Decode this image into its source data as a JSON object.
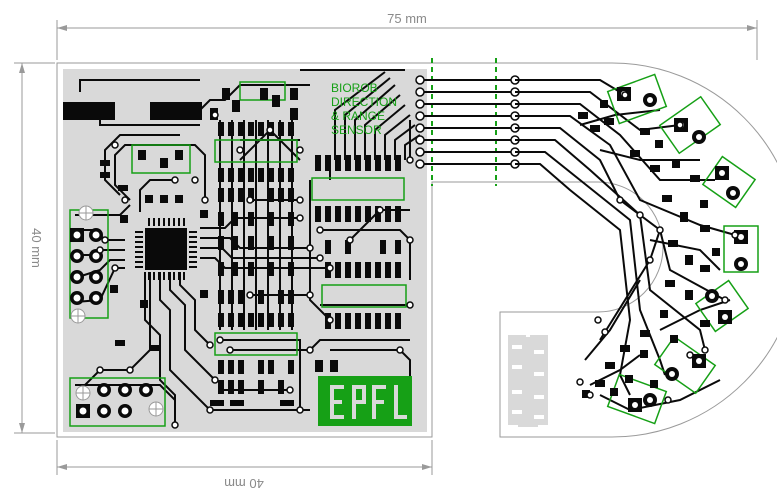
{
  "dimensions": {
    "width_label": "75 mm",
    "height_label": "40 mm",
    "bottom_label": "40 mm"
  },
  "board": {
    "silkscreen_lines": [
      "BIOROB",
      "DIRECTION",
      "& RANGE",
      "SENSOR"
    ],
    "logo_text": "EPFL"
  },
  "colors": {
    "copper": "#0a0a0a",
    "board_fill": "#d9d9d9",
    "silkscreen": "#16a016",
    "dimension": "#9a9a9a"
  }
}
